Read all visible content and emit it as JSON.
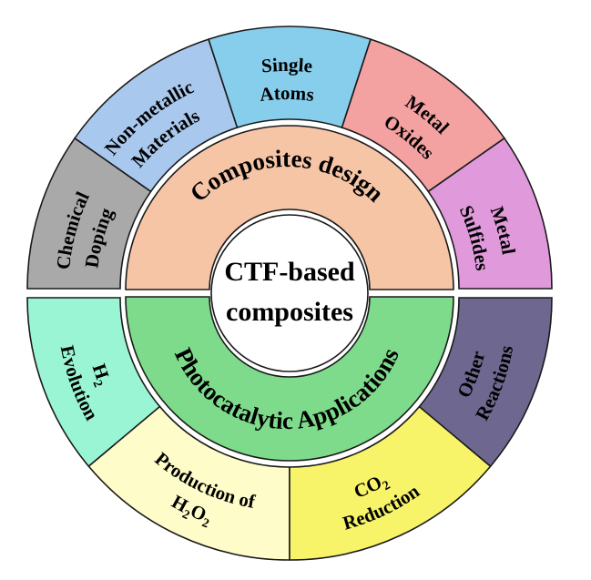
{
  "center": {
    "title_line1": "CTF-based",
    "title_line2": "composites"
  },
  "inner_ring": {
    "composites_design": {
      "label": "Composites design",
      "color": "#F6C5A6"
    },
    "photocatalytic_applications": {
      "label": "Photocatalytic Applications",
      "color": "#7EDB8B"
    }
  },
  "outer_segments": {
    "chemical_doping": {
      "line1": "Chemical",
      "line2": "Doping",
      "color": "#A9A9A9"
    },
    "non_metallic_materials": {
      "line1": "Non-metallic",
      "line2": "Materials",
      "color": "#A9C8EE"
    },
    "single_atoms": {
      "line1": "Single",
      "line2": "Atoms",
      "color": "#87CDEC"
    },
    "metal_oxides": {
      "line1": "Metal",
      "line2": "Oxides",
      "color": "#F4A1A1"
    },
    "metal_sulfides": {
      "line1": "Metal",
      "line2": "Sulfides",
      "color": "#E09ADC"
    },
    "other_reactions": {
      "line1": "Other",
      "line2": "Reactions",
      "color": "#6E6890"
    },
    "co2_reduction": {
      "line1_prefix": "CO",
      "line1_sub": "2",
      "line2": "Reduction",
      "color": "#F7F46A"
    },
    "production_h2o2": {
      "line1": "Production of",
      "line2_p1": "H",
      "line2_s1": "2",
      "line2_p2": "O",
      "line2_s2": "2",
      "color": "#FEFCC8"
    },
    "h2_evolution": {
      "line1_prefix": "H",
      "line1_sub": "2",
      "line2": "Evolution",
      "color": "#9AF5D5"
    }
  }
}
